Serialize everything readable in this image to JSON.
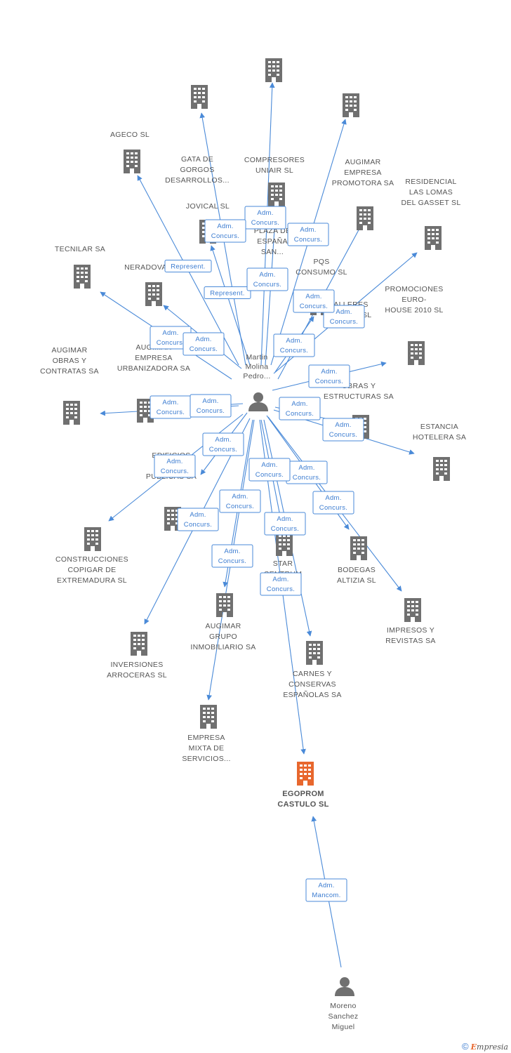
{
  "colors": {
    "edge": "#4a8ad8",
    "building": "#707070",
    "building_main": "#e8672d",
    "person": "#707070"
  },
  "nodes": [
    {
      "id": "plaza",
      "type": "company",
      "label": [
        "PLAZA DE",
        "ESPAÑA",
        "SAN..."
      ]
    },
    {
      "id": "gata",
      "type": "company",
      "label": [
        "GATA DE",
        "GORGOS",
        "DESARROLLOS..."
      ]
    },
    {
      "id": "talleres",
      "type": "company",
      "label": [
        "TALLERES",
        "LLANEZA SL"
      ]
    },
    {
      "id": "ageco",
      "type": "company",
      "label": [
        "AGECO SL"
      ]
    },
    {
      "id": "compresores",
      "type": "company",
      "label": [
        "COMPRESORES",
        "UNIAIR SL"
      ]
    },
    {
      "id": "augimar_promotora",
      "type": "company",
      "label": [
        "AUGIMAR",
        "EMPRESA",
        "PROMOTORA SA"
      ]
    },
    {
      "id": "residencial",
      "type": "company",
      "label": [
        "RESIDENCIAL",
        "LAS LOMAS",
        "DEL GASSET SL"
      ]
    },
    {
      "id": "jovical",
      "type": "company",
      "label": [
        "JOVICAL SL"
      ]
    },
    {
      "id": "tecnilar",
      "type": "company",
      "label": [
        "TECNILAR SA"
      ]
    },
    {
      "id": "neradova",
      "type": "company",
      "label": [
        "NERADOVA SA"
      ]
    },
    {
      "id": "pqs",
      "type": "company",
      "label": [
        "PQS",
        "CONSUMO SL"
      ]
    },
    {
      "id": "promociones",
      "type": "company",
      "label": [
        "PROMOCIONES",
        "EURO-",
        "HOUSE 2010 SL"
      ]
    },
    {
      "id": "augimar_obras",
      "type": "company",
      "label": [
        "AUGIMAR",
        "OBRAS Y",
        "CONTRATAS SA"
      ]
    },
    {
      "id": "augimar_urbanizadora",
      "type": "company",
      "label": [
        "AUGIMAR",
        "EMPRESA",
        "URBANIZADORA SA"
      ]
    },
    {
      "id": "obras_estructuras",
      "type": "company",
      "label": [
        "OBRAS Y",
        "ESTRUCTURAS SA"
      ]
    },
    {
      "id": "estancia",
      "type": "company",
      "label": [
        "ESTANCIA",
        "HOTELERA SA"
      ]
    },
    {
      "id": "edificios",
      "type": "company",
      "label": [
        "EDIFICIOS",
        "Y OBRAS",
        "PUBLICAS SA"
      ]
    },
    {
      "id": "construcciones",
      "type": "company",
      "label": [
        "CONSTRUCCIONES",
        "COPIGAR DE",
        "EXTREMADURA SL"
      ]
    },
    {
      "id": "star",
      "type": "company",
      "label": [
        "STAR",
        "CENTRUM"
      ]
    },
    {
      "id": "bodegas",
      "type": "company",
      "label": [
        "BODEGAS",
        "ALTIZIA SL"
      ]
    },
    {
      "id": "impresos",
      "type": "company",
      "label": [
        "IMPRESOS Y",
        "REVISTAS SA"
      ]
    },
    {
      "id": "augimar_grupo",
      "type": "company",
      "label": [
        "AUGIMAR",
        "GRUPO",
        "INMOBILIARIO SA"
      ]
    },
    {
      "id": "inversiones",
      "type": "company",
      "label": [
        "INVERSIONES",
        "ARROCERAS SL"
      ]
    },
    {
      "id": "carnes",
      "type": "company",
      "label": [
        "CARNES Y",
        "CONSERVAS",
        "ESPAÑOLAS SA"
      ]
    },
    {
      "id": "empresa_mixta",
      "type": "company",
      "label": [
        "EMPRESA",
        "MIXTA DE",
        "SERVICIOS..."
      ]
    },
    {
      "id": "egoprom",
      "type": "company",
      "main": true,
      "label": [
        "EGOPROM",
        "CASTULO SL"
      ]
    },
    {
      "id": "martin",
      "type": "person",
      "label": [
        "Martin",
        "Molina",
        "Pedro..."
      ]
    },
    {
      "id": "moreno",
      "type": "person",
      "label": [
        "Moreno",
        "Sanchez",
        "Miguel"
      ]
    }
  ],
  "edges": [
    {
      "from": "martin",
      "to": "plaza",
      "label": [
        "Adm.",
        "Concurs."
      ]
    },
    {
      "from": "martin",
      "to": "gata",
      "label": [
        "Adm.",
        "Concurs."
      ]
    },
    {
      "from": "martin",
      "to": "talleres",
      "label": [
        "Adm.",
        "Concurs."
      ]
    },
    {
      "from": "martin",
      "to": "ageco",
      "label": [
        "Represent."
      ]
    },
    {
      "from": "martin",
      "to": "jovical",
      "label": [
        "Represent."
      ]
    },
    {
      "from": "martin",
      "to": "compresores",
      "label": [
        "Adm.",
        "Concurs."
      ]
    },
    {
      "from": "martin",
      "to": "residencial",
      "label": [
        "Adm.",
        "Concurs."
      ]
    },
    {
      "from": "martin",
      "to": "tecnilar",
      "label": [
        "Adm.",
        "Concurs."
      ]
    },
    {
      "from": "martin",
      "to": "neradova",
      "label": [
        "Adm.",
        "Concurs."
      ]
    },
    {
      "from": "martin",
      "to": "pqs",
      "label": [
        "Adm.",
        "Concurs."
      ]
    },
    {
      "from": "martin",
      "to": "promociones",
      "label": [
        "Adm.",
        "Concurs."
      ]
    },
    {
      "from": "martin",
      "to": "augimar_obras",
      "label": [
        "Adm.",
        "Concurs."
      ]
    },
    {
      "from": "martin",
      "to": "augimar_urbanizadora",
      "label": [
        "Adm.",
        "Concurs."
      ]
    },
    {
      "from": "martin",
      "to": "obras_estructuras",
      "label": [
        "Adm.",
        "Concurs."
      ]
    },
    {
      "from": "martin",
      "to": "estancia",
      "label": [
        "Adm.",
        "Concurs."
      ]
    },
    {
      "from": "martin",
      "to": "edificios",
      "label": [
        "Adm.",
        "Concurs."
      ]
    },
    {
      "from": "martin",
      "to": "construcciones",
      "label": [
        "Adm.",
        "Concurs."
      ]
    },
    {
      "from": "martin",
      "to": "bodegas",
      "label": [
        "Adm.",
        "Concurs."
      ]
    },
    {
      "from": "martin",
      "to": "impresos",
      "label": [
        "Adm.",
        "Concurs."
      ]
    },
    {
      "from": "martin",
      "to": "star",
      "label": [
        "Adm.",
        "Concurs."
      ]
    },
    {
      "from": "martin",
      "to": "augimar_grupo",
      "label": [
        "Adm.",
        "Concurs."
      ]
    },
    {
      "from": "martin",
      "to": "inversiones",
      "label": [
        "Adm.",
        "Concurs."
      ]
    },
    {
      "from": "martin",
      "to": "carnes",
      "label": [
        "Adm.",
        "Concurs."
      ]
    },
    {
      "from": "martin",
      "to": "empresa_mixta",
      "label": [
        "Adm.",
        "Concurs."
      ]
    },
    {
      "from": "martin",
      "to": "egoprom",
      "label": [
        "Adm.",
        "Concurs."
      ]
    },
    {
      "from": "martin",
      "to": "augimar_promotora",
      "label": [
        "Adm.",
        "Concurs."
      ]
    },
    {
      "from": "moreno",
      "to": "egoprom",
      "label": [
        "Adm.",
        "Mancom."
      ]
    }
  ],
  "footer": {
    "copyright": "©",
    "brand_initial": "E",
    "brand_rest": "mpresia"
  }
}
